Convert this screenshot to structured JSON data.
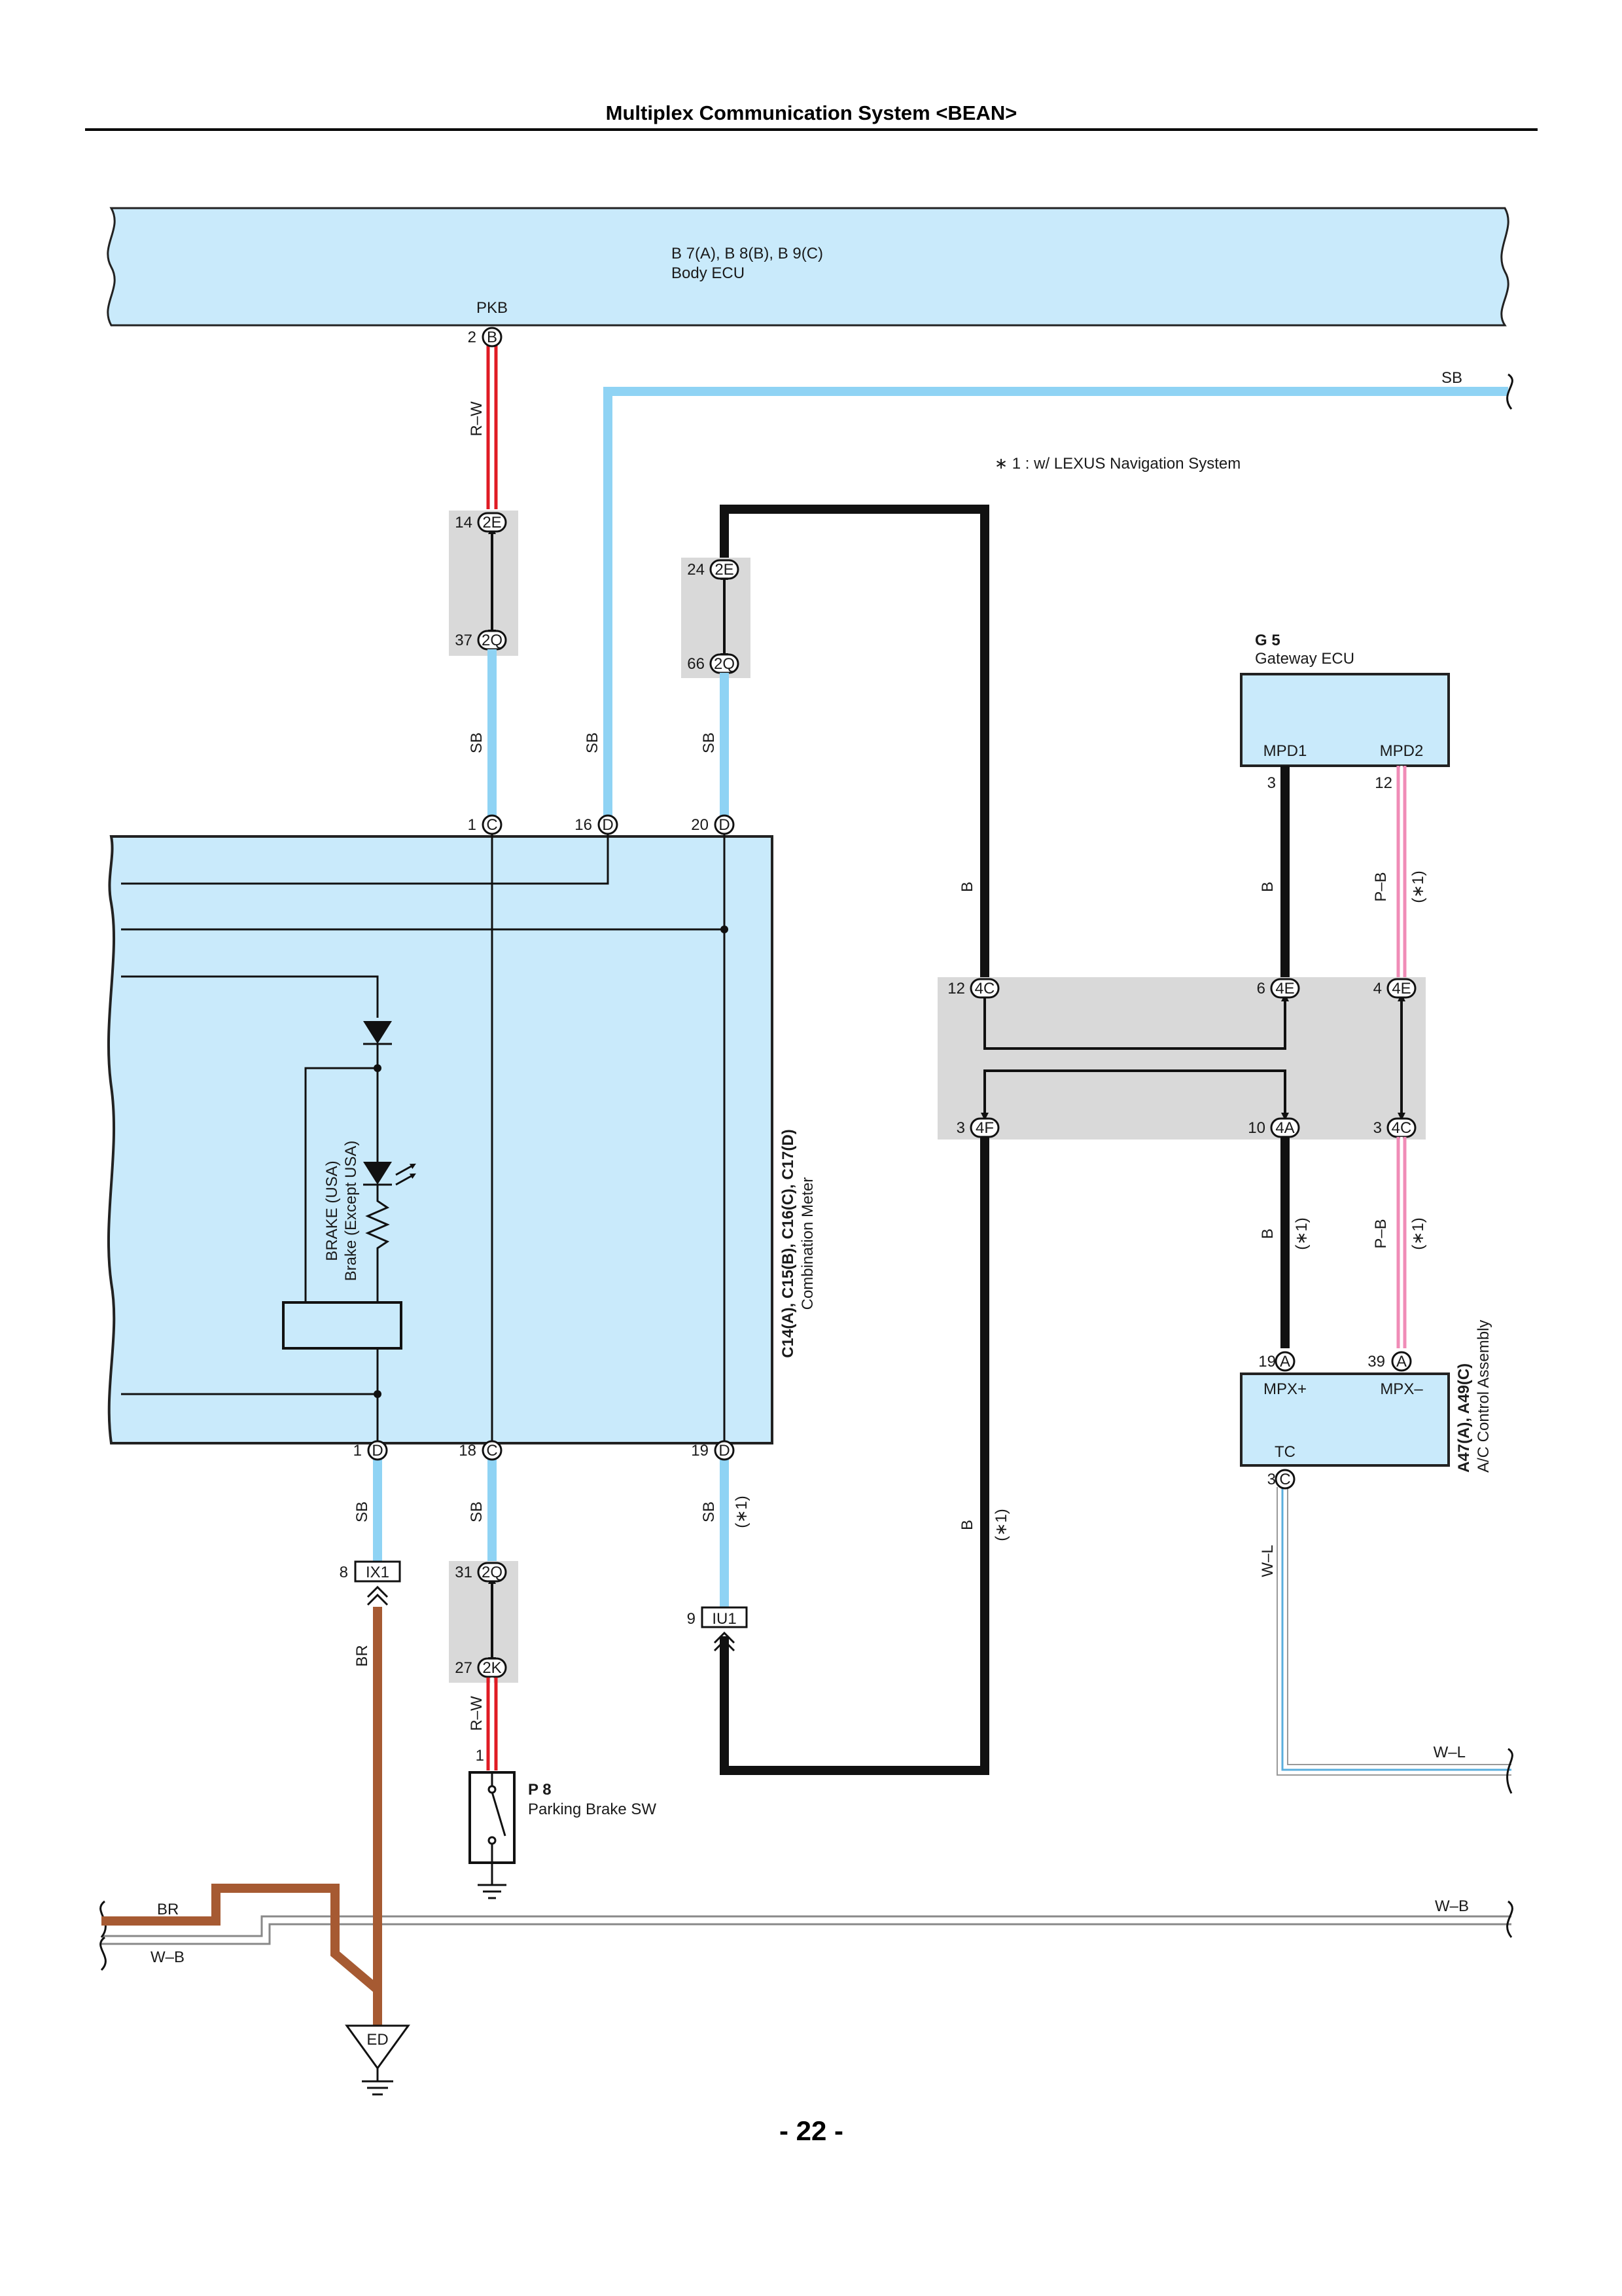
{
  "header": {
    "title": "Multiplex Communication System <BEAN>"
  },
  "page_number": "- 22 -",
  "note": "∗ 1 : w/ LEXUS Navigation System",
  "body_ecu": {
    "code": "B 7(A), B 8(B), B 9(C)",
    "name": "Body ECU",
    "pin_label": "PKB",
    "pin_num": "2",
    "pin_conn": "B"
  },
  "gateway_ecu": {
    "code": "G 5",
    "name": "Gateway ECU",
    "pins": [
      {
        "label": "MPD1",
        "num": "3"
      },
      {
        "label": "MPD2",
        "num": "12"
      }
    ]
  },
  "combination_meter": {
    "code": "C14(A), C15(B), C16(C), C17(D)",
    "name": "Combination Meter",
    "top_pins": [
      {
        "num": "1",
        "conn": "C"
      },
      {
        "num": "16",
        "conn": "D"
      },
      {
        "num": "20",
        "conn": "D"
      }
    ],
    "bottom_pins": [
      {
        "num": "1",
        "conn": "D"
      },
      {
        "num": "18",
        "conn": "C"
      },
      {
        "num": "19",
        "conn": "D"
      }
    ],
    "lamp_label_1": "BRAKE (USA)",
    "lamp_label_2": "Brake (Except USA)"
  },
  "ac_control": {
    "code": "A47(A), A49(C)",
    "name": "A/C Control Assembly",
    "pins": [
      {
        "label": "MPX+",
        "num": "19",
        "conn": "A"
      },
      {
        "label": "MPX–",
        "num": "39",
        "conn": "A"
      }
    ],
    "tc": {
      "label": "TC",
      "num": "3",
      "conn": "C"
    }
  },
  "parking_brake_sw": {
    "code": "P 8",
    "name": "Parking Brake SW",
    "pin": "1"
  },
  "ground": {
    "label": "ED"
  },
  "junctions": {
    "j1": [
      {
        "num": "14",
        "conn": "2E"
      },
      {
        "num": "37",
        "conn": "2Q"
      }
    ],
    "j2": [
      {
        "num": "24",
        "conn": "2E"
      },
      {
        "num": "66",
        "conn": "2Q"
      }
    ],
    "j3": [
      {
        "num": "31",
        "conn": "2Q"
      },
      {
        "num": "27",
        "conn": "2K"
      }
    ],
    "j4_top": [
      {
        "num": "12",
        "conn": "4C"
      },
      {
        "num": "6",
        "conn": "4E"
      },
      {
        "num": "4",
        "conn": "4E"
      }
    ],
    "j4_bottom": [
      {
        "num": "3",
        "conn": "4F"
      },
      {
        "num": "10",
        "conn": "4A"
      },
      {
        "num": "3",
        "conn": "4C"
      }
    ]
  },
  "connectors": {
    "ix1": {
      "num": "8",
      "label": "IX1"
    },
    "iu1": {
      "num": "9",
      "label": "IU1"
    }
  },
  "wire_labels": {
    "rw": "R–W",
    "sb": "SB",
    "b": "B",
    "pb": "P–B",
    "br": "BR",
    "wb": "W–B",
    "wl": "W–L",
    "star1": "(∗1)"
  },
  "colors": {
    "sb": "#8fd3f4",
    "ecu_fill": "#c9eafb",
    "rw": "#e01b24",
    "pb": "#f08cb7",
    "br": "#a65a32",
    "junction": "#d9d9d9"
  }
}
